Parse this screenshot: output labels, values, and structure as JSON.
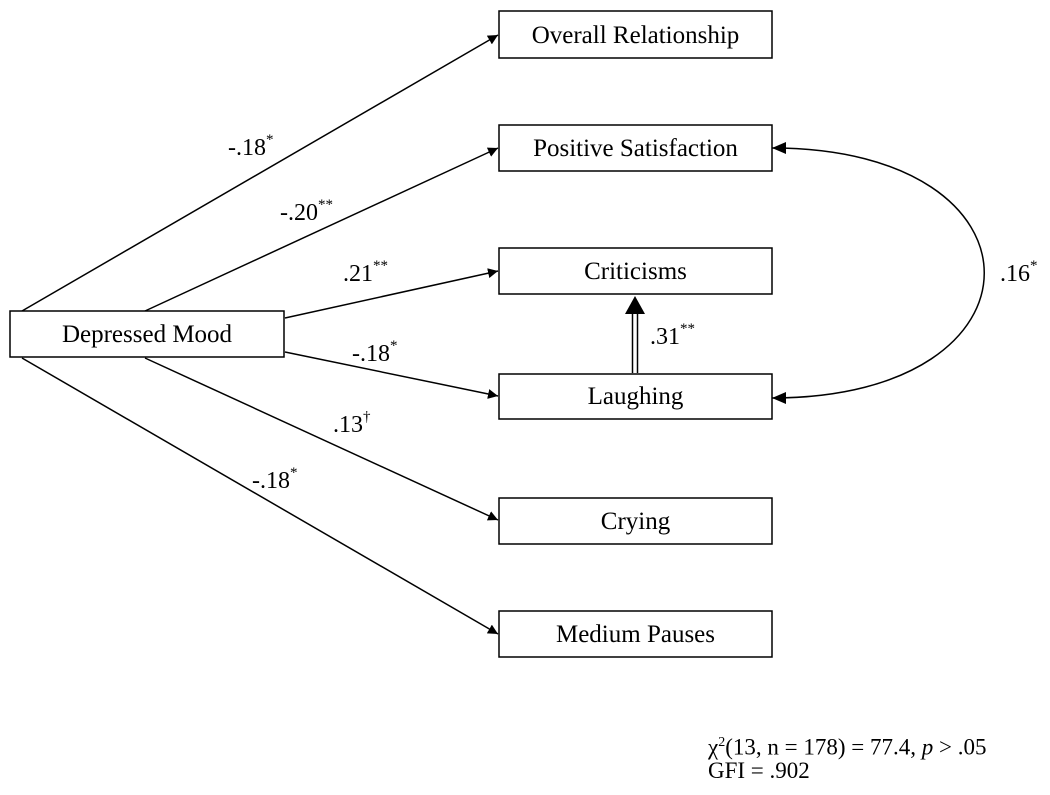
{
  "nodes": {
    "depressed_mood": "Depressed Mood",
    "overall_relationship": "Overall Relationship",
    "positive_satisfaction": "Positive Satisfaction",
    "criticisms": "Criticisms",
    "laughing": "Laughing",
    "crying": "Crying",
    "medium_pauses": "Medium Pauses"
  },
  "paths": {
    "overall_relationship": {
      "value": "-.18",
      "sig": "*"
    },
    "positive_satisfaction": {
      "value": "-.20",
      "sig": "**"
    },
    "criticisms": {
      "value": ".21",
      "sig": "**"
    },
    "laughing": {
      "value": "-.18",
      "sig": "*"
    },
    "crying": {
      "value": ".13",
      "sig": "†"
    },
    "medium_pauses": {
      "value": "-.18",
      "sig": "*"
    },
    "laughing_to_criticisms": {
      "value": ".31",
      "sig": "**"
    },
    "satisfaction_laughing_covariance": {
      "value": ".16",
      "sig": "*"
    }
  },
  "fit": {
    "chi_symbol": "χ",
    "chi_exponent": "2",
    "chi_args": "(13, n = 178) = 77.4,",
    "p_label": "p",
    "p_value": "> .05",
    "gfi": "GFI = .902"
  }
}
